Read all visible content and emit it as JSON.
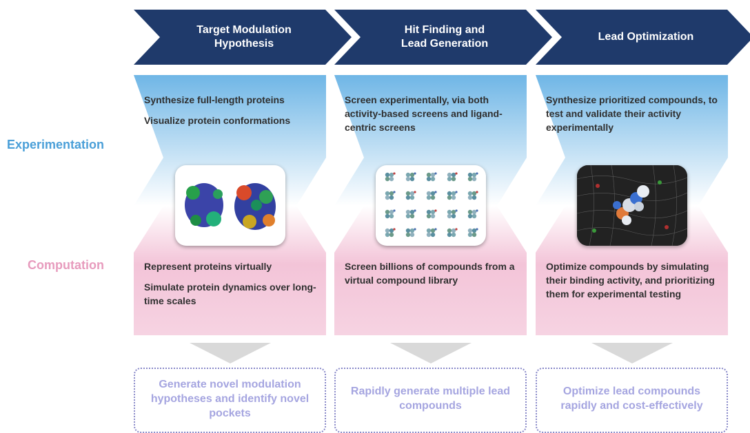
{
  "row_labels": {
    "experimentation": "Experimentation",
    "computation": "Computation"
  },
  "stages": [
    {
      "title": "Target Modulation Hypothesis",
      "experimentation": [
        "Synthesize full-length proteins",
        "Visualize protein conformations"
      ],
      "computation": [
        "Represent proteins virtually",
        "Simulate protein dynamics over long-time scales"
      ],
      "outcome": "Generate novel modulation hypotheses and identify novel pockets"
    },
    {
      "title": "Hit Finding and Lead Generation",
      "experimentation": [
        "Screen experimentally, via both activity-based screens and ligand-centric screens"
      ],
      "computation": [
        "Screen billions of compounds from a virtual compound library"
      ],
      "outcome": "Rapidly generate multiple lead compounds"
    },
    {
      "title": "Lead Optimization",
      "experimentation": [
        "Synthesize prioritized compounds, to test and validate their activity experimentally"
      ],
      "computation": [
        "Optimize compounds by simulating their binding activity, and prioritizing them for experimental testing"
      ],
      "outcome": "Optimize lead compounds rapidly and cost-effectively"
    }
  ],
  "colors": {
    "chevron": "#1f3a6b",
    "experimentation_blue": "#6fb6e6",
    "computation_pink": "#f2bfd6",
    "outcome_text": "#a5a5e0",
    "down_arrow": "#d9d9d9"
  }
}
